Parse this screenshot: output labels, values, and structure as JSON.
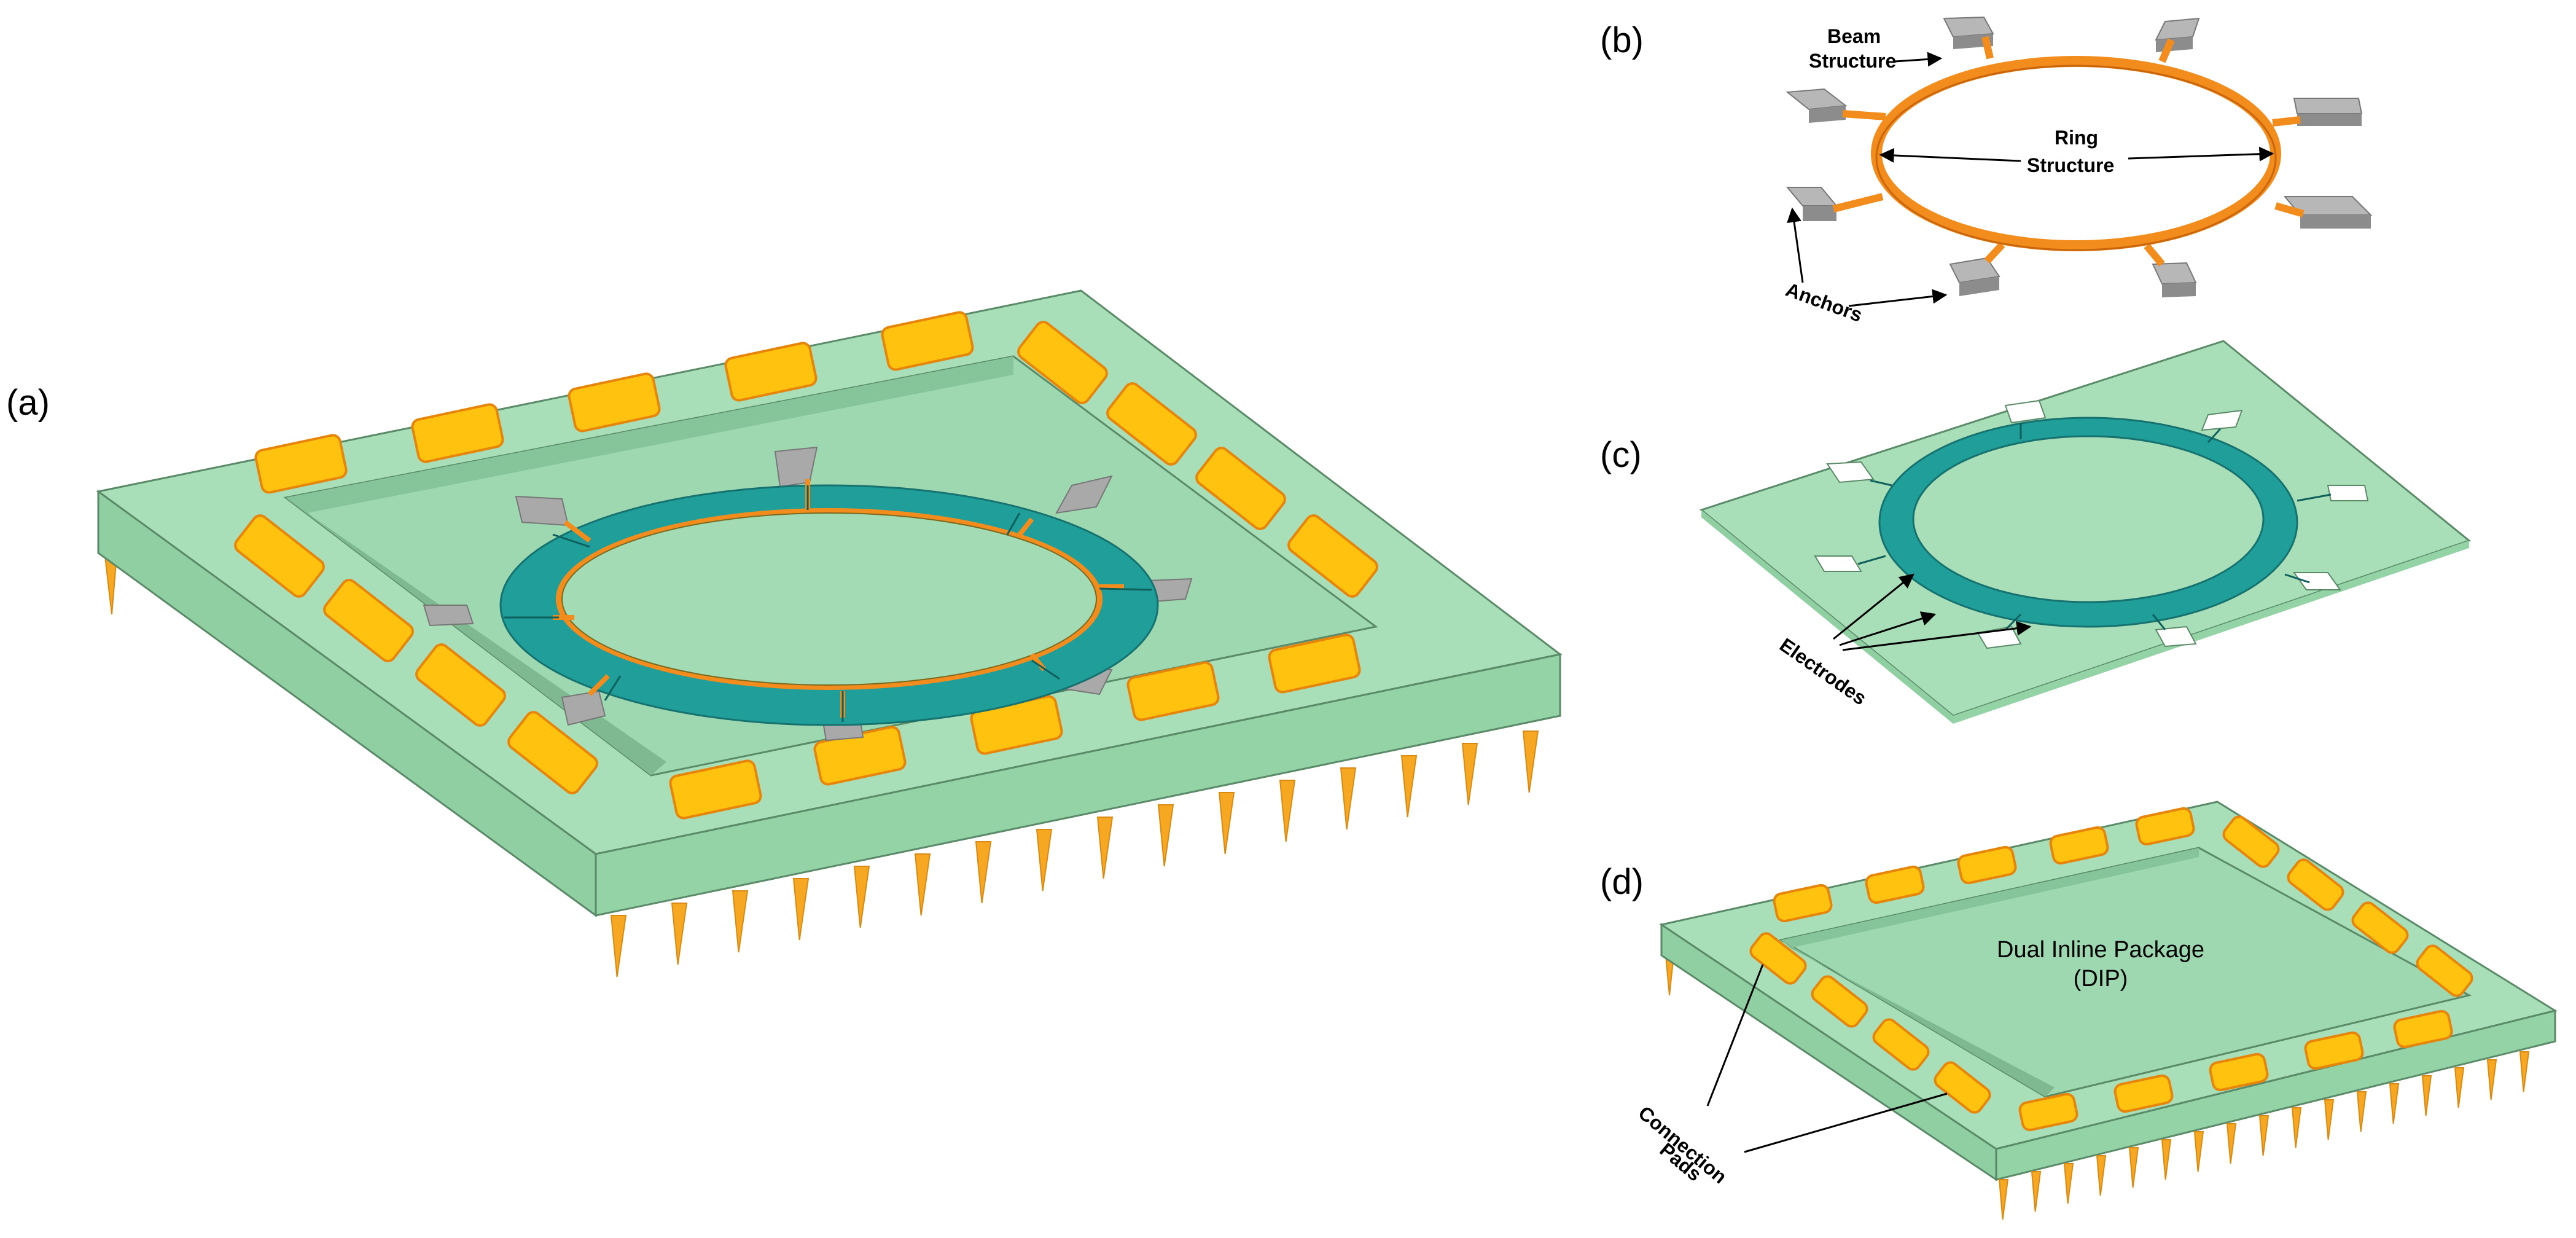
{
  "panels": {
    "a": {
      "label": "(a)"
    },
    "b": {
      "label": "(b)",
      "annotations": {
        "beam_line1": "Beam",
        "beam_line2": "Structure",
        "ring_line1": "Ring",
        "ring_line2": "Structure",
        "anchors": "Anchors"
      }
    },
    "c": {
      "label": "(c)",
      "annotations": {
        "electrodes": "Electrodes"
      }
    },
    "d": {
      "label": "(d)",
      "annotations": {
        "package_line1": "Dual Inline Package",
        "package_line2": "(DIP)",
        "pads_line1": "Connection",
        "pads_line2": "Pads"
      }
    }
  },
  "colors": {
    "substrate_top": "#a8dfb8",
    "substrate_front": "#8fcfa2",
    "substrate_side": "#7fc092",
    "cavity_floor": "#9dd8b0",
    "pad_fill": "#ffc20e",
    "pad_stroke": "#e6850a",
    "pin": "#f7a823",
    "ring_beam": "#f28c1d",
    "anchor_top": "#b7b7b7",
    "anchor_side": "#8c8c8c",
    "electrode_ring": "#1f9e9a",
    "outline": "#5a8a68"
  }
}
